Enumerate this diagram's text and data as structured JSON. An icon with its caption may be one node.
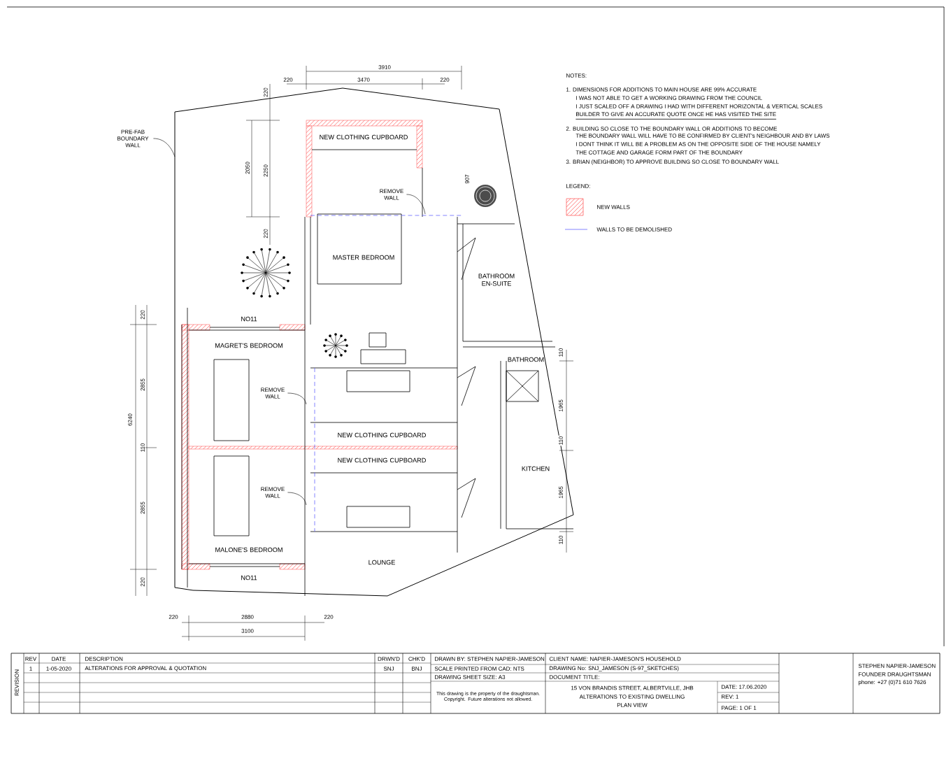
{
  "diagram": {
    "nodes": [
      {
        "text": [
          "PRE-FAB BOUNDARY WALL"
        ]
      },
      {
        "text": [
          "REMOVE WALL"
        ]
      },
      {
        "text": [
          "REMOVE WALL"
        ]
      },
      {
        "text": [
          "REMOVE WALL"
        ]
      }
    ],
    "edges": [
      {
        "from": 0,
        "to": null,
        "arrow": "none"
      },
      {
        "from": 1,
        "to": null,
        "arrow": "none"
      },
      {
        "from": 2,
        "to": null,
        "arrow": "none"
      },
      {
        "from": 3,
        "to": null,
        "arrow": "none"
      }
    ],
    "labels": [
      "3910",
      "220",
      "3470",
      "220",
      "220",
      "2050",
      "2250",
      "220",
      "907",
      "NO11",
      "NEW CLOTHING CUPBOARD",
      "MASTER BEDROOM",
      "BATHROOM EN-SUITE",
      "MAGRET'S BEDROOM",
      "BATHROOM",
      "NEW CLOTHING CUPBOARD",
      "NEW CLOTHING CUPBOARD",
      "KITCHEN",
      "MALONE'S BEDROOM",
      "LOUNGE",
      "NO11",
      "220",
      "6240",
      "2855",
      "110",
      "2855",
      "220",
      "220",
      "2880",
      "220",
      "3100",
      "110",
      "1965",
      "110",
      "1965",
      "110",
      "NOTES:",
      "1. DIMENSIONS FOR ADDITIONS TO MAIN HOUSE ARE 99% ACCURATE",
      "I WAS NOT ABLE TO GET A WORKING DRAWING FROM THE COUNCIL",
      "I JUST SCALED OFF A DRAWING I HAD WITH DIFFERENT HORIZONTAL & VERTICAL SCALES",
      "BUILDER TO GIVE AN ACCURATE QUOTE ONCE HE HAS VISITED THE SITE",
      "2. BUILDING SO CLOSE TO THE BOUNDARY WALL OR ADDITIONS TO BECOME",
      "THE BOUNDARY WALL WILL HAVE TO BE CONFIRMED BY CLIENT's NEIGHBOUR AND BY LAWS",
      "I DONT THINK IT WILL BE A PROBLEM AS ON THE OPPOSITE SIDE OF THE HOUSE NAMELY",
      "THE COTTAGE AND GARAGE FORM PART OF THE BOUNDARY",
      "3. BRIAN (NEIGHBOR) TO APPROVE BUILDING SO CLOSE TO BOUNDARY WALL",
      "LEGEND:",
      "REVISION",
      "REV",
      "DATE",
      "DESCRIPTION",
      "DRWN'D",
      "CHK'D",
      "1",
      "1-05-2020",
      "ALTERATIONS FOR APPROVAL & QUOTATION",
      "SNJ",
      "BNJ",
      "DRAWN BY: STEPHEN NAPIER-JAMESON",
      "SCALE PRINTED FROM CAD: NTS",
      "DRAWING SHEET SIZE: A3",
      "This drawing is the property of the draughtsman. Copyright. Future alterations not allowed.",
      "CLIENT NAME: NAPIER-JAMESON'S HOUSEHOLD",
      "DRAWING No: SNJ_JAMESON (S-97_SKETCHES)",
      "DOCUMENT TITLE:",
      "15 VON BRANDIS STREET, ALBERTVILLE, JHB",
      "ALTERATIONS TO EXISTING DWELLING",
      "PLAN VIEW",
      "DATE: 17.06.2020",
      "REV: 1",
      "PAGE: 1 OF 1",
      "STEPHEN NAPIER-JAMESON",
      "FOUNDER DRAUGHTSMAN",
      "phone: +27 (0)71 610 7626"
    ],
    "legend": [
      {
        "text": "NEW WALLS"
      },
      {
        "text": "WALLS TO BE DEMOLISHED"
      }
    ]
  }
}
